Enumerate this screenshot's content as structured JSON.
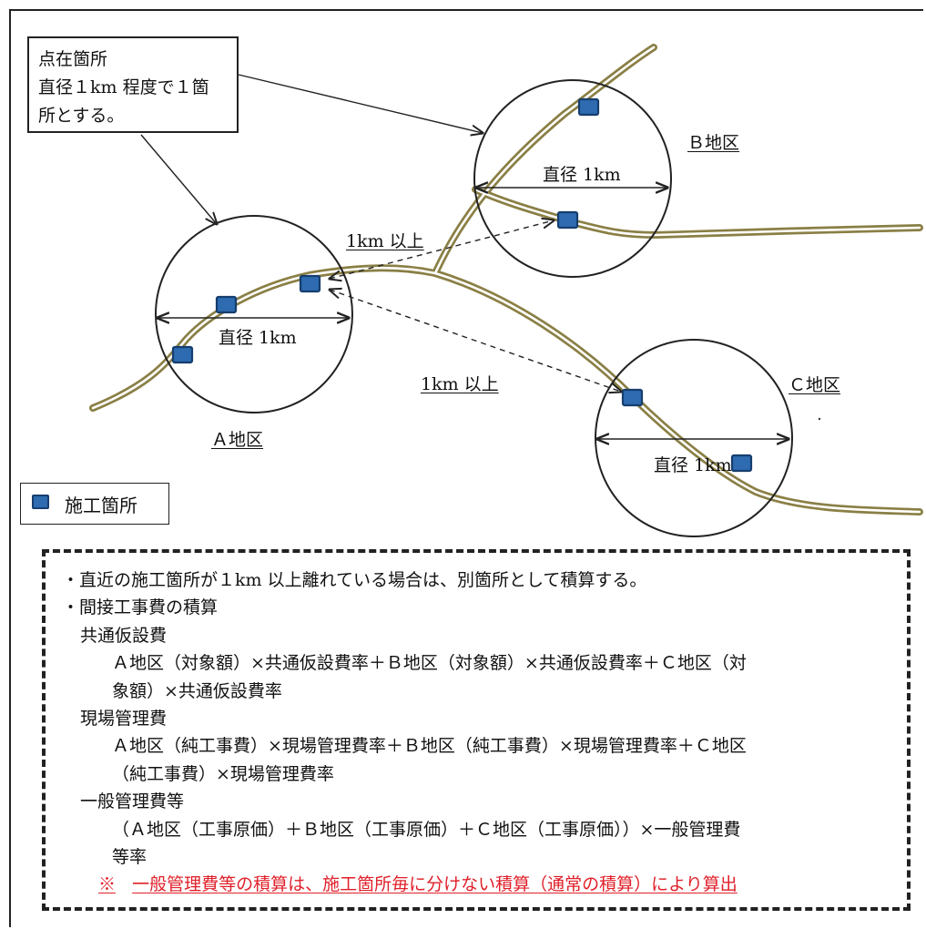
{
  "callout": {
    "line1": "点在箇所",
    "line2": "直径１km 程度で１箇",
    "line3": "所とする。"
  },
  "districts": {
    "a": "Ａ地区",
    "b": "Ｂ地区",
    "c": "Ｃ地区"
  },
  "diameter_label": "直径 1km",
  "distance_label": "1km 以上",
  "legend": {
    "label": "施工箇所",
    "icon": "blue-square-marker",
    "color": "#2e6bb0"
  },
  "road_color": "#8a7f45",
  "notes": {
    "bullet1": "・直近の施工箇所が１km 以上離れている場合は、別箇所として積算する。",
    "bullet2": "・間接工事費の積算",
    "common_title": "共通仮設費",
    "common_line1": "Ａ地区（対象額）×共通仮設費率＋Ｂ地区（対象額）×共通仮設費率＋Ｃ地区（対",
    "common_line2": "象額）×共通仮設費率",
    "site_title": "現場管理費",
    "site_line1": "Ａ地区（純工事費）×現場管理費率＋Ｂ地区（純工事費）×現場管理費率＋Ｃ地区",
    "site_line2": "（純工事費）×現場管理費率",
    "general_title": "一般管理費等",
    "general_line1": "（Ａ地区（工事原価）＋Ｂ地区（工事原価）＋Ｃ地区（工事原価））×一般管理費",
    "general_line2": "等率",
    "note_mark": "※",
    "note_text": "一般管理費等の積算は、施工箇所毎に分けない積算（通常の積算）により算出",
    "note_color": "#e0202a"
  }
}
